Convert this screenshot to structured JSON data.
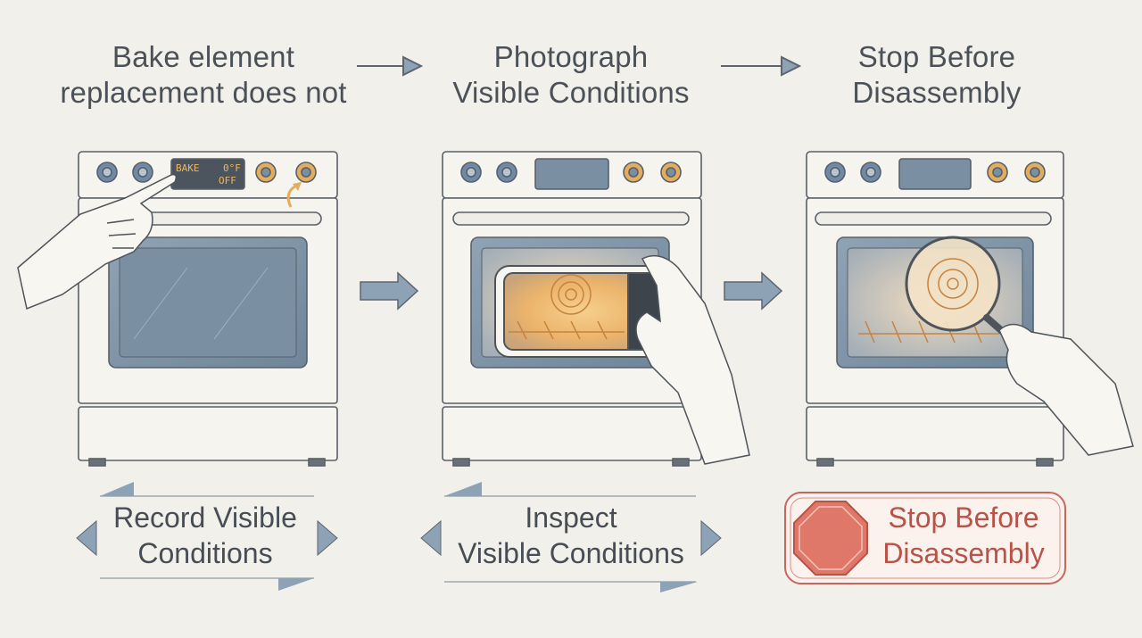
{
  "steps": [
    {
      "title_line1": "Bake element",
      "title_line2": "replacement does not",
      "label_line1": "Record Visible",
      "label_line2": "Conditions",
      "display_line1": "BAKE",
      "display_line2": "0°F",
      "display_line3": "OFF"
    },
    {
      "title_line1": "Photograph",
      "title_line2": "Visible Conditions",
      "label_line1": "Inspect",
      "label_line2": "Visible Conditions"
    },
    {
      "title_line1": "Stop Before",
      "title_line2": "Disassembly",
      "label_line1": "Stop Before",
      "label_line2": "Disassembly"
    }
  ],
  "icons": [
    "right-arrow-icon",
    "left-triangle-icon",
    "right-triangle-icon",
    "stop-sign-icon",
    "hand-pointing-icon",
    "phone-icon",
    "magnifier-icon"
  ],
  "colors": {
    "background": "#f2f0ea",
    "line": "#5a6068",
    "panel_blue": "#7f93a6",
    "glow_orange": "#f0b45a",
    "stop_red": "#e0786a",
    "stop_text": "#b85348"
  }
}
